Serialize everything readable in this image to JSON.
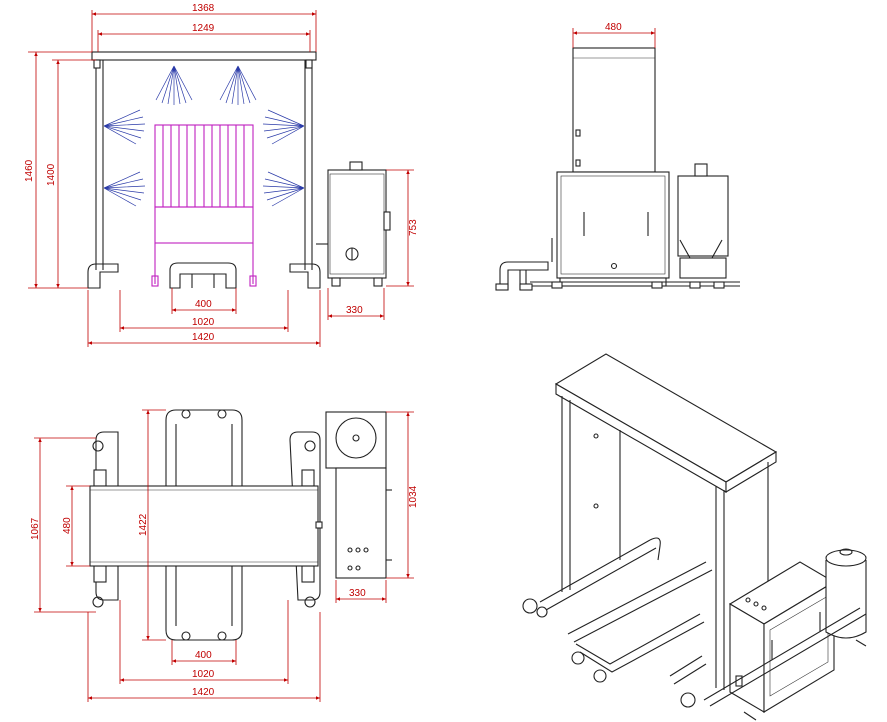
{
  "views": {
    "front": {
      "dimensions": {
        "overall_width": "1368",
        "inner_width": "1249",
        "overall_height": "1460",
        "inner_height": "1400",
        "cabinet_height": "753",
        "center_span": "400",
        "foot_span": "1020",
        "base_width": "1420",
        "cabinet_depth": "330"
      }
    },
    "side": {
      "dimensions": {
        "frame_depth": "480"
      }
    },
    "top": {
      "dimensions": {
        "overall_depth": "1067",
        "frame_depth": "480",
        "foot_length": "1422",
        "cabinet_length": "1034",
        "center_span": "400",
        "foot_span": "1020",
        "base_width": "1420",
        "cabinet_depth": "330"
      }
    }
  }
}
